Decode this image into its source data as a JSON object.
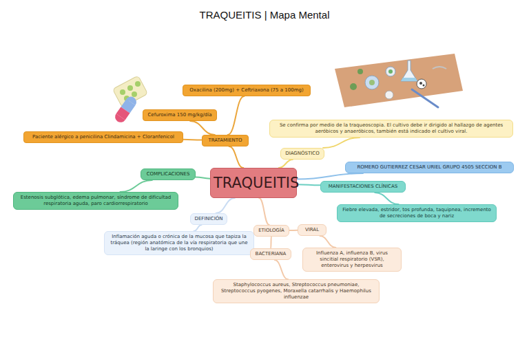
{
  "diagram": {
    "title": "TRAQUEITIS | Mapa Mental",
    "nodes": [
      {
        "text": [
          "TRAQUEITIS"
        ]
      },
      {
        "text": [
          "TRATAMIENTO"
        ]
      },
      {
        "text": [
          "Oxacilina (200mg) + Ceftriaxona (75 a 100mg)"
        ]
      },
      {
        "text": [
          "Cefuroxima 150 mg/kg/día"
        ]
      },
      {
        "text": [
          "Paciente alérgico a penicilina Clindamicina + Cloranfenicol"
        ]
      },
      {
        "text": [
          "DIAGNÓSTICO"
        ]
      },
      {
        "text": [
          "Se confirma por medio de la traqueoscopia. El cultivo debe ir dirigido al hallazgo de agentes aeróbicos y anaeróbicos, también está indicado el cultivo viral."
        ]
      },
      {
        "text": [
          "ROMERO GUTIERREZ CESAR URIEL GRUPO 4505 SECCION B"
        ]
      },
      {
        "text": [
          "COMPLICACIONES"
        ]
      },
      {
        "text": [
          "Estenosis subglótica, edema pulmonar, síndrome de dificultad respiratoria aguda, paro cardiorrespiratorio"
        ]
      },
      {
        "text": [
          "MANIFESTACIONES CLÍNICAS"
        ]
      },
      {
        "text": [
          "Fiebre elevada, estridor, tos profunda, taquipnea, incremento de secreciones de boca y nariz"
        ]
      },
      {
        "text": [
          "DEFINICIÓN"
        ]
      },
      {
        "text": [
          "Inflamación aguda o crónica de la mucosa que tapiza la tráquea (región anatómica de la vía respiratoria que une la laringe con los bronquios)"
        ]
      },
      {
        "text": [
          "ETIOLOGÍA"
        ]
      },
      {
        "text": [
          "VIRAL"
        ]
      },
      {
        "text": [
          "BACTERIANA"
        ]
      },
      {
        "text": [
          "Influenza A, influenza B, virus sincitial respiratorio (VSR), enterovirus y herpesvirus"
        ]
      },
      {
        "text": [
          "Staphylococcus aureus, Streptococcus pneumoniae, Streptococcus pyogenes, Moraxella catarrhalis y Haemophilus influenzae"
        ]
      }
    ],
    "edges": [
      {
        "from": 0,
        "to": 1,
        "arrow": "none"
      },
      {
        "from": 1,
        "to": 2,
        "arrow": "none"
      },
      {
        "from": 1,
        "to": 3,
        "arrow": "none"
      },
      {
        "from": 1,
        "to": 4,
        "arrow": "none"
      },
      {
        "from": 0,
        "to": 5,
        "arrow": "none"
      },
      {
        "from": 5,
        "to": 6,
        "arrow": "none"
      },
      {
        "from": 0,
        "to": 7,
        "arrow": "none"
      },
      {
        "from": 0,
        "to": 8,
        "arrow": "none"
      },
      {
        "from": 8,
        "to": 9,
        "arrow": "none"
      },
      {
        "from": 0,
        "to": 10,
        "arrow": "none"
      },
      {
        "from": 10,
        "to": 11,
        "arrow": "none"
      },
      {
        "from": 0,
        "to": 12,
        "arrow": "none"
      },
      {
        "from": 12,
        "to": 13,
        "arrow": "none"
      },
      {
        "from": 0,
        "to": 14,
        "arrow": "none"
      },
      {
        "from": 14,
        "to": 15,
        "arrow": "none"
      },
      {
        "from": 14,
        "to": 16,
        "arrow": "none"
      },
      {
        "from": 15,
        "to": 17,
        "arrow": "none"
      },
      {
        "from": 16,
        "to": 18,
        "arrow": "none"
      }
    ]
  }
}
